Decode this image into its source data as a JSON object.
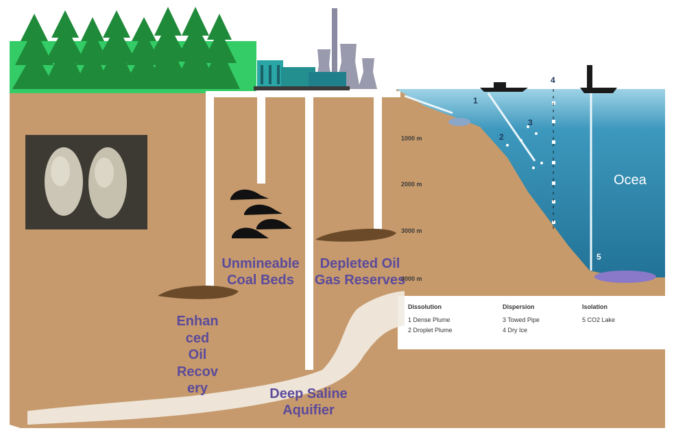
{
  "labels": {
    "unmineable_line1": "Unmineable",
    "unmineable_line2": "Coal Beds",
    "depleted_line1": "Depleted Oil",
    "depleted_line2": "Gas Reserves",
    "eor_lines": [
      "Enhan",
      "ced",
      "Oil",
      "Recov",
      "ery"
    ],
    "saline_line1": "Deep Saline",
    "saline_line2": "Aquifier",
    "ocean": "Ocea"
  },
  "ocean_inset": {
    "depths": [
      "1000 m",
      "2000 m",
      "3000 m",
      "4000 m"
    ],
    "markers": [
      "1",
      "2",
      "3",
      "4",
      "5"
    ],
    "legend": {
      "headers": [
        "Dissolution",
        "Dispersion",
        "Isolation"
      ],
      "rows": [
        [
          "1 Dense Plume",
          "3 Towed Pipe",
          "5 CO2 Lake"
        ],
        [
          "2 Droplet Plume",
          "4 Dry Ice",
          ""
        ]
      ]
    }
  },
  "colors": {
    "soil": "#c69a6d",
    "grass": "#33cc66",
    "tree": "#1f8a3a",
    "ocean_dark": "#2f86a6",
    "ocean_light": "#a9d7e6",
    "coal": "#111111",
    "reservoir": "#6b4a2a",
    "plant": "#2aa6a6",
    "label": "#5b4a9a"
  }
}
